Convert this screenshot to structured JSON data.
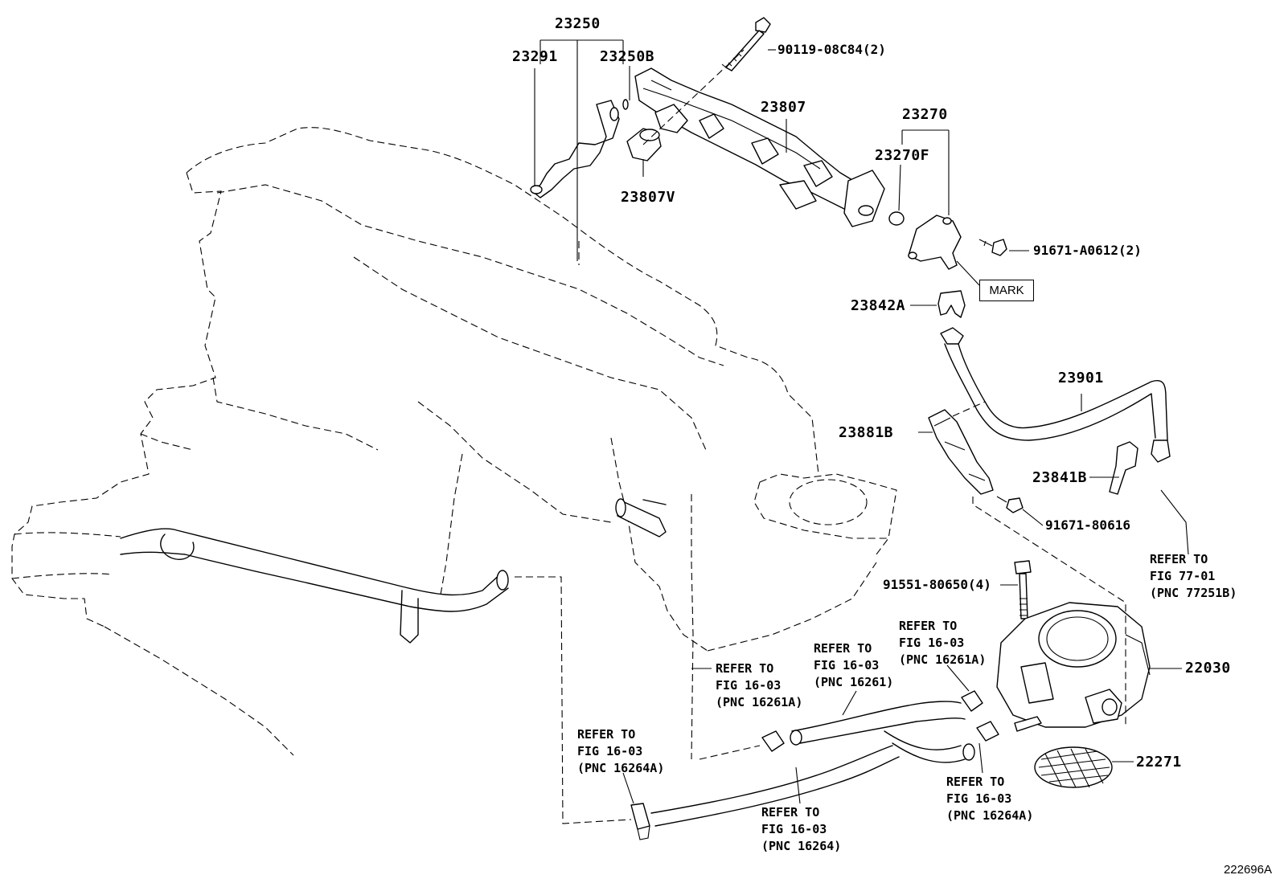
{
  "part_numbers": {
    "p23250": "23250",
    "p23291": "23291",
    "p23250B": "23250B",
    "p90119": "90119-08C84(2)",
    "p23807": "23807",
    "p23807V": "23807V",
    "p23270": "23270",
    "p23270F": "23270F",
    "p91671A": "91671-A0612(2)",
    "p23842A": "23842A",
    "p23901": "23901",
    "p23881B": "23881B",
    "p23841B": "23841B",
    "p91671_80616": "91671-80616",
    "p91551": "91551-80650(4)",
    "p22030": "22030",
    "p22271": "22271"
  },
  "mark_label": "MARK",
  "references": {
    "ref_77251B": "REFER TO\nFIG 77-01\n(PNC 77251B)",
    "ref_16261A_left": "REFER TO\nFIG 16-03\n(PNC 16261A)",
    "ref_16261": "REFER TO\nFIG 16-03\n(PNC 16261)",
    "ref_16261A_right": "REFER TO\nFIG 16-03\n(PNC 16261A)",
    "ref_16264A_left": "REFER TO\nFIG 16-03\n(PNC 16264A)",
    "ref_16264": "REFER TO\nFIG 16-03\n(PNC 16264)",
    "ref_16264A_right": "REFER TO\nFIG 16-03\n(PNC 16264A)"
  },
  "figure_id": "222696A"
}
